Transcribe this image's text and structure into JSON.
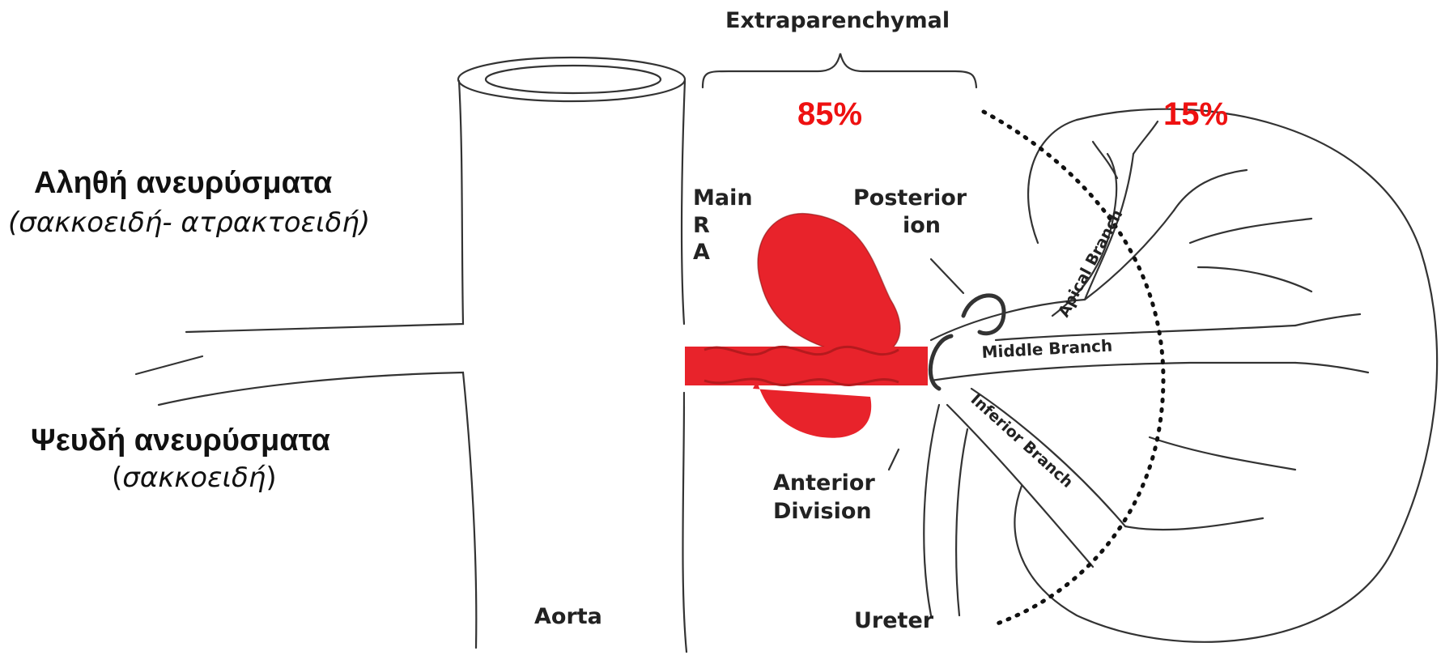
{
  "left_text": {
    "true_title": "Αληθή ανευρύσματα",
    "true_subtitle": "(σακκοειδή- ατρακτοειδή)",
    "false_title": "Ψευδή ανευρύσματα",
    "false_subtitle_open": "(",
    "false_subtitle_word": "σακκοειδή",
    "false_subtitle_close": ")"
  },
  "diagram": {
    "extraparenchymal": "Extraparenchymal",
    "pct_extra": "85%",
    "pct_intra": "15%",
    "main_label_1": "Main",
    "main_label_2": "R",
    "main_label_3": "A",
    "posterior_1": "Posterior",
    "posterior_2": "ion",
    "anterior_1": "Anterior",
    "anterior_2": "Division",
    "aorta": "Aorta",
    "ureter": "Ureter",
    "apical": "Apical Branch",
    "middle": "Middle Branch",
    "inferior": "Inferior Branch"
  },
  "colors": {
    "percent": "#ee1111",
    "aneurysm": "#e8232b",
    "line": "#333333"
  }
}
